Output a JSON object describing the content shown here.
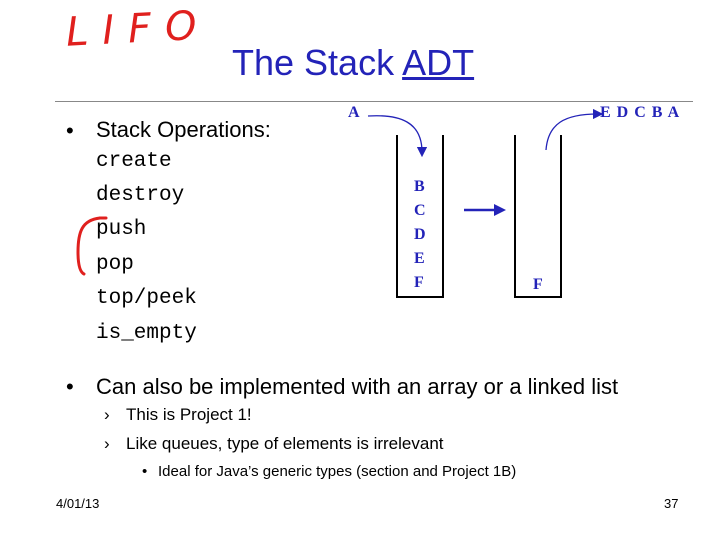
{
  "annotation": {
    "lifo": "LIFO"
  },
  "slide": {
    "title_pre": "The Stack ",
    "title_underlined": "ADT",
    "bullet1": "Stack Operations:",
    "operations": [
      "create",
      "destroy",
      "push",
      "pop",
      "top/peek",
      "is_empty"
    ],
    "bullet2": "Can also be implemented with an array or a linked list",
    "sub_bullets": [
      "This is Project 1!",
      "Like queues, type of elements is irrelevant"
    ],
    "sub_sub_bullet": "Ideal for Java’s generic types (section and Project 1B)",
    "footer_date": "4/01/13",
    "page_number": "37"
  },
  "diagram": {
    "input_label": "A",
    "output_label": "E D C B A",
    "left_stack": [
      "B",
      "C",
      "D",
      "E",
      "F"
    ],
    "right_stack": [
      "F"
    ],
    "colors": {
      "diagram": "#2323b8",
      "annotation": "#e0201e"
    }
  }
}
